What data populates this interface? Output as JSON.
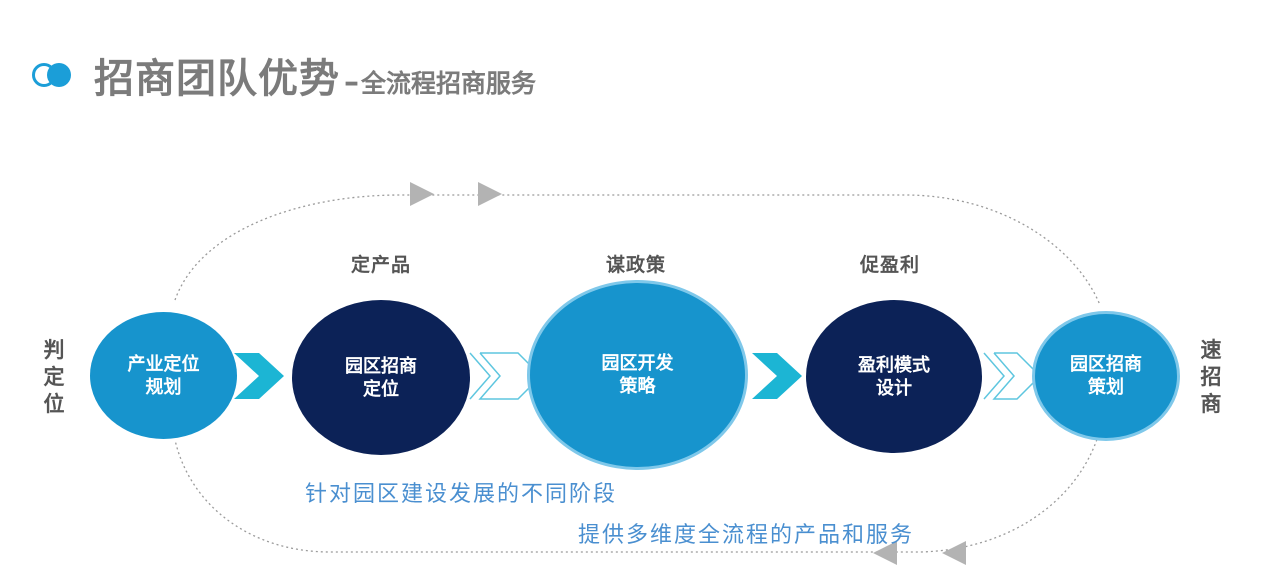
{
  "header": {
    "title": "招商团队优势",
    "separator": "–",
    "subtitle": "全流程招商服务"
  },
  "side_labels": {
    "left": [
      "判",
      "定",
      "位"
    ],
    "right": [
      "速",
      "招",
      "商"
    ]
  },
  "stage_labels": [
    "定产品",
    "谋政策",
    "促盈利"
  ],
  "steps": [
    {
      "line1": "产业定位",
      "line2": "规划"
    },
    {
      "line1": "园区招商",
      "line2": "定位"
    },
    {
      "line1": "园区开发",
      "line2": "策略"
    },
    {
      "line1": "盈利模式",
      "line2": "设计"
    },
    {
      "line1": "园区招商",
      "line2": "策划"
    }
  ],
  "notes": {
    "line1": "针对园区建设发展的不同阶段",
    "line2": "提供多维度全流程的产品和服务"
  },
  "icons": {
    "title": "double-circle-icon",
    "connector_solid": "solid-chevron-arrow-icon",
    "connector_outline": "outline-chevron-arrow-icon",
    "loop_arrow": "triangle-arrow-icon"
  },
  "colors": {
    "light_blue": "#1794cd",
    "dark_navy": "#0c2257",
    "chevron_solid": "#1cb5d4",
    "chevron_outline": "#5ec6df",
    "gray_text": "#7b7b7b",
    "note_blue": "#4a8fd0"
  }
}
